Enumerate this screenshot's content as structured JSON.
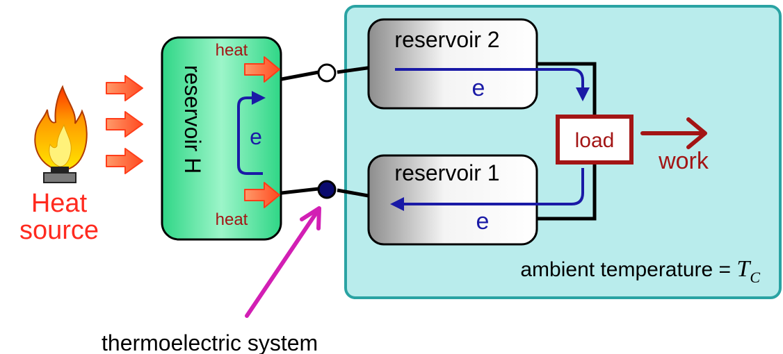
{
  "heat_source": {
    "line1": "Heat",
    "line2": "source"
  },
  "reservoir_h": {
    "label": "reservoir H",
    "heat_top": "heat",
    "heat_bottom": "heat",
    "electron": "e"
  },
  "reservoir_2": {
    "label": "reservoir 2",
    "electron": "e"
  },
  "reservoir_1": {
    "label": "reservoir 1",
    "electron": "e"
  },
  "load": {
    "label": "load"
  },
  "work": {
    "label": "work"
  },
  "ambient": {
    "label": "ambient temperature = ",
    "symbol": "T",
    "subscript": "C"
  },
  "system_label": "thermoelectric system",
  "colors": {
    "heat_text": "#ff2a1f",
    "heat_arrow": "#ff6a3d",
    "reservoir_h_fill": "#3fe39a",
    "ambient_fill": "#b9ecec",
    "ambient_border": "#2aa3a3",
    "electron": "#1a1aa6",
    "load": "#a31515",
    "pointer": "#d21fb4"
  },
  "icons": [
    "flame-icon",
    "heat-arrow-icon",
    "electron-flow-arrow-icon",
    "work-arrow-icon",
    "pointer-arrow-icon"
  ]
}
